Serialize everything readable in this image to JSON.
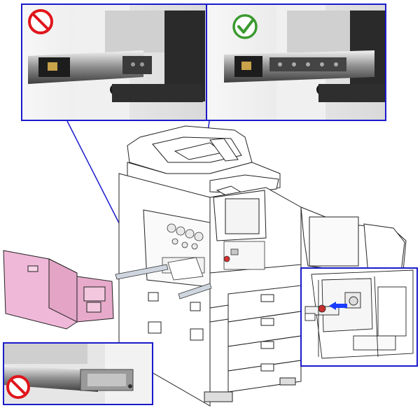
{
  "figure": {
    "panels": [
      {
        "id": "top-left-photo",
        "status": "incorrect",
        "status_icon": "prohibition-icon",
        "status_color": "#e0161b"
      },
      {
        "id": "top-right-photo",
        "status": "correct",
        "status_icon": "checkmark-icon",
        "status_color": "#3a9a2f"
      },
      {
        "id": "bottom-left-photo",
        "status": "incorrect",
        "status_icon": "prohibition-icon",
        "status_color": "#e0161b"
      },
      {
        "id": "bottom-right-detail",
        "status": "detail",
        "status_icon": "arrow-left-icon",
        "status_color": "#1a3cff"
      }
    ],
    "callout_color": "#1a1acc",
    "removed_unit_color": "#f0b8d8",
    "body_color": "#ffffff"
  }
}
